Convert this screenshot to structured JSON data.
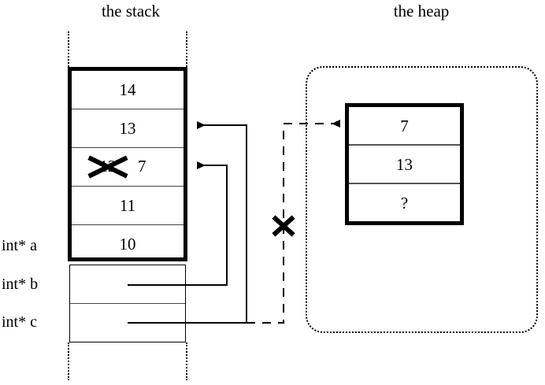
{
  "titles": {
    "stack": "the stack",
    "heap": "the heap"
  },
  "stack": {
    "cells": [
      {
        "value": "14"
      },
      {
        "value": "13"
      },
      {
        "value": "12",
        "replacement": "7",
        "struck": true
      },
      {
        "value": "11"
      },
      {
        "value": "10"
      }
    ],
    "variables": [
      {
        "label": "int* a"
      },
      {
        "label": "int* b"
      },
      {
        "label": "int* c"
      }
    ]
  },
  "heap": {
    "cells": [
      {
        "value": "7"
      },
      {
        "value": "13"
      },
      {
        "value": "?"
      }
    ]
  },
  "colors": {
    "ink": "#000000",
    "paper": "#ffffff",
    "rule": "#444444"
  }
}
